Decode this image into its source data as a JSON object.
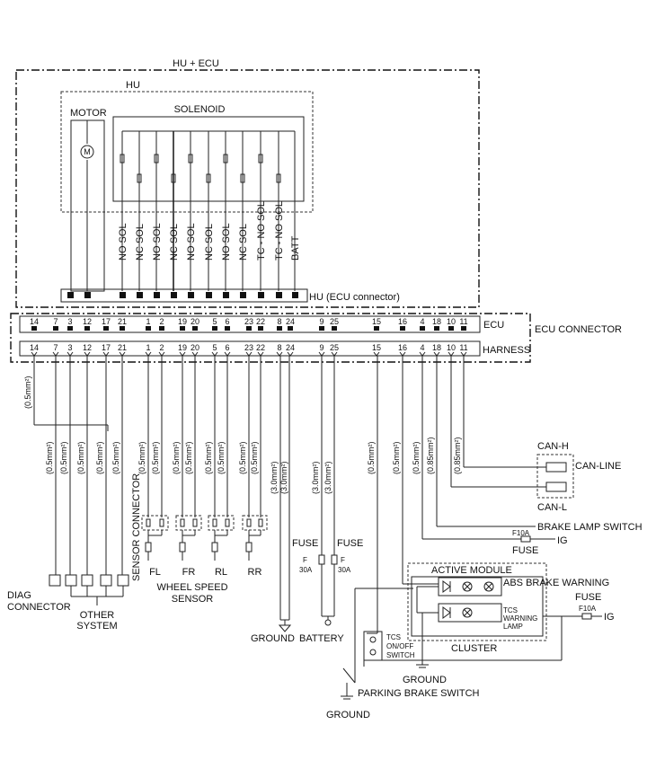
{
  "titles": {
    "hu_ecu": "HU + ECU",
    "hu": "HU",
    "motor": "MOTOR",
    "solenoid": "SOLENOID",
    "hu_ecu_connector": "HU (ECU connector)",
    "ecu": "ECU",
    "ecu_connector": "ECU CONNECTOR",
    "harness": "HARNESS"
  },
  "motor_symbol": "M",
  "solenoid_labels": [
    "NO SOL",
    "NC SOL",
    "NO SOL",
    "NC SOL",
    "NO SOL",
    "NC SOL",
    "NO SOL",
    "NC SOL",
    "TC - NO SOL",
    "TC - NO SOL",
    "BATT"
  ],
  "pins": [
    "14",
    "7",
    "3",
    "12",
    "17",
    "21",
    "1",
    "2",
    "19",
    "20",
    "5",
    "6",
    "23",
    "22",
    "8",
    "24",
    "9",
    "25",
    "15",
    "16",
    "4",
    "18",
    "10",
    "11"
  ],
  "wire_sizes": {
    "diag": "(0.5mm²)",
    "group": [
      "(0.5mm²)",
      "(0.5mm²)",
      "(0.5mm²)",
      "(0.5mm²)",
      "(0.5mm²)"
    ],
    "wheel": [
      "(0.5mm²)",
      "(0.5mm²)",
      "(0.5mm²)",
      "(0.5mm²)",
      "(0.5mm²)",
      "(0.5mm²)",
      "(0.5mm²)",
      "(0.5mm²)"
    ],
    "ground": [
      "(3.0mm²)",
      "(3.0mm²)"
    ],
    "battery": [
      "(3.0mm²)",
      "(3.0mm²)"
    ],
    "right": [
      "(0.5mm²)",
      "(0.5mm²)",
      "(0.5mm²)",
      "(0.85mm²)",
      "(0.85mm²)"
    ]
  },
  "labels": {
    "sensor_connector": "SENSOR CONNECTOR",
    "wheels": [
      "FL",
      "FR",
      "RL",
      "RR"
    ],
    "wheel_speed_sensor": [
      "WHEEL SPEED",
      "SENSOR"
    ],
    "diag_connector": [
      "DIAG",
      "CONNECTOR"
    ],
    "other_system": [
      "OTHER",
      "SYSTEM"
    ],
    "fuse": "FUSE",
    "fuse_symbol": "F",
    "fuse_30a": "30A",
    "ground": "GROUND",
    "battery": "BATTERY",
    "can_h": "CAN-H",
    "can_line": "CAN-LINE",
    "can_l": "CAN-L",
    "brake_lamp_switch": "BRAKE LAMP SWITCH",
    "f10a": "F10A",
    "ig": "IG",
    "active_module": "ACTIVE MODULE",
    "abs_brake_warning": "ABS BRAKE WARNING",
    "tcs_warning_lamp": [
      "TCS",
      "WARNING",
      "LAMP"
    ],
    "cluster": "CLUSTER",
    "tcs_switch": [
      "TCS",
      "ON/OFF",
      "SWITCH"
    ],
    "parking_brake_switch": "PARKING BRAKE SWITCH"
  }
}
